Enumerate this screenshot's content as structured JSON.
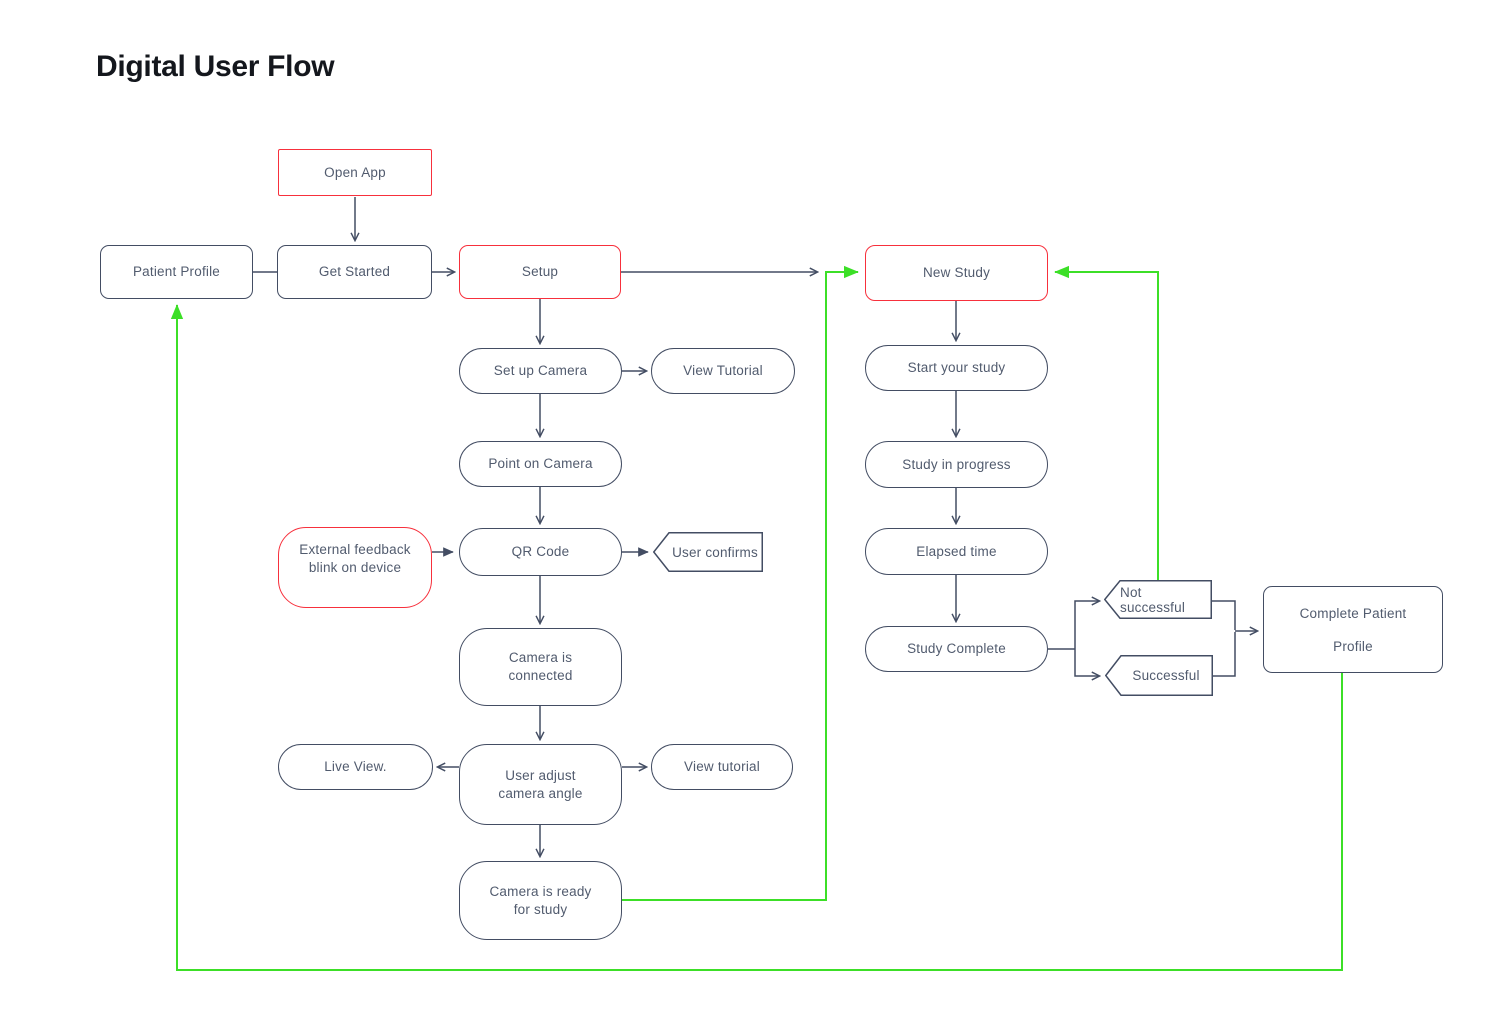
{
  "title": "Digital User Flow",
  "colors": {
    "outline": "#434d63",
    "red": "#f7303c",
    "green": "#3cdf27",
    "text": "#515b6e",
    "title": "#14171d",
    "background": "#ffffff"
  },
  "nodes": {
    "open_app": "Open App",
    "patient_profile": "Patient Profile",
    "get_started": "Get Started",
    "setup": "Setup",
    "new_study": "New Study",
    "set_up_camera": "Set up Camera",
    "view_tutorial_top": "View Tutorial",
    "point_on_camera": "Point on Camera",
    "qr_code": "QR Code",
    "external_feedback": "External feedback\nblink on device",
    "user_confirms": "User confirms",
    "camera_connected": "Camera is\nconnected",
    "live_view": "Live View.",
    "user_adjust": "User adjust\ncamera angle",
    "view_tutorial_bottom": "View tutorial",
    "camera_ready": "Camera is ready\nfor study",
    "start_study": "Start your study",
    "study_progress": "Study in progress",
    "elapsed_time": "Elapsed time",
    "study_complete": "Study Complete",
    "not_successful": "Not successful",
    "successful": "Successful",
    "complete_profile": "Complete Patient\nProfile"
  },
  "edges": [
    {
      "from": "Open App",
      "to": "Get Started",
      "style": "arrow"
    },
    {
      "from": "Patient Profile",
      "to": "Get Started",
      "style": "line"
    },
    {
      "from": "Get Started",
      "to": "Setup",
      "style": "arrow"
    },
    {
      "from": "Setup",
      "to": "New Study",
      "style": "arrow"
    },
    {
      "from": "Setup",
      "to": "Set up Camera",
      "style": "arrow"
    },
    {
      "from": "Set up Camera",
      "to": "View Tutorial",
      "style": "arrow"
    },
    {
      "from": "Set up Camera",
      "to": "Point on Camera",
      "style": "arrow"
    },
    {
      "from": "Point on Camera",
      "to": "QR Code",
      "style": "arrow"
    },
    {
      "from": "External feedback blink on device",
      "to": "QR Code",
      "style": "arrow-filled"
    },
    {
      "from": "QR Code",
      "to": "User confirms",
      "style": "arrow-filled"
    },
    {
      "from": "QR Code",
      "to": "Camera is connected",
      "style": "arrow"
    },
    {
      "from": "Camera is connected",
      "to": "User adjust camera angle",
      "style": "arrow"
    },
    {
      "from": "User adjust camera angle",
      "to": "Live View.",
      "style": "arrow"
    },
    {
      "from": "User adjust camera angle",
      "to": "View tutorial",
      "style": "arrow"
    },
    {
      "from": "User adjust camera angle",
      "to": "Camera is ready for study",
      "style": "arrow"
    },
    {
      "from": "Camera is ready for study",
      "to": "New Study",
      "style": "green-loop"
    },
    {
      "from": "New Study",
      "to": "Start your study",
      "style": "arrow"
    },
    {
      "from": "Start your study",
      "to": "Study in progress",
      "style": "arrow"
    },
    {
      "from": "Study in progress",
      "to": "Elapsed time",
      "style": "arrow"
    },
    {
      "from": "Elapsed time",
      "to": "Study Complete",
      "style": "arrow"
    },
    {
      "from": "Study Complete",
      "to": "Not successful",
      "style": "arrow"
    },
    {
      "from": "Study Complete",
      "to": "Successful",
      "style": "arrow"
    },
    {
      "from": "Not successful",
      "to": "Complete Patient Profile",
      "style": "arrow"
    },
    {
      "from": "Successful",
      "to": "Complete Patient Profile",
      "style": "arrow"
    },
    {
      "from": "Not successful",
      "to": "New Study",
      "style": "green-loop"
    },
    {
      "from": "Complete Patient Profile",
      "to": "Patient Profile",
      "style": "green-loop"
    }
  ]
}
